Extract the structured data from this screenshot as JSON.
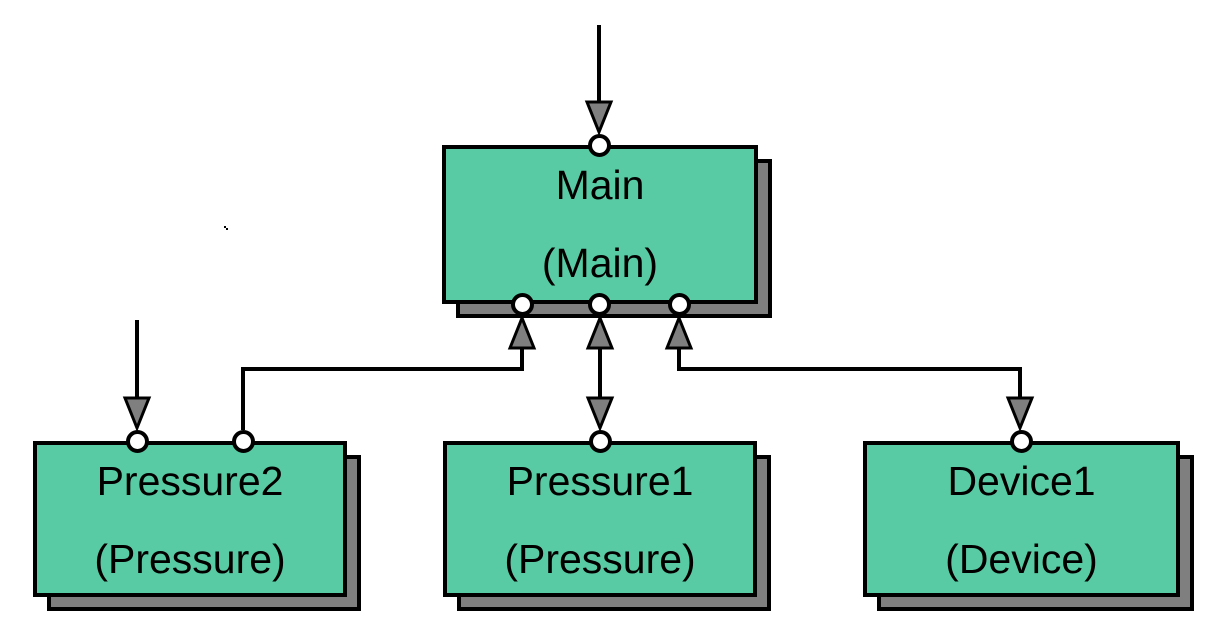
{
  "diagram": {
    "colors": {
      "background": "#ffffff",
      "node_fill": "#59cba4",
      "node_border": "#000000",
      "shadow_fill": "#7f7f7f",
      "shadow_border": "#000000",
      "connector": "#000000",
      "arrowhead_fill": "#7f7f7f",
      "port_fill": "#ffffff",
      "label_color": "#000000"
    },
    "nodes": [
      {
        "id": "main",
        "label": "Main",
        "type_label": "(Main)"
      },
      {
        "id": "pressure2",
        "label": "Pressure2",
        "type_label": "(Pressure)"
      },
      {
        "id": "pressure1",
        "label": "Pressure1",
        "type_label": "(Pressure)"
      },
      {
        "id": "device1",
        "label": "Device1",
        "type_label": "(Device)"
      }
    ],
    "edges": [
      {
        "from": "external",
        "to": "Main",
        "arrowheads": "into-Main"
      },
      {
        "from": "external",
        "to": "Pressure2",
        "arrowheads": "into-Pressure2"
      },
      {
        "from": "Pressure2",
        "to": "Main",
        "arrowheads": "into-Main"
      },
      {
        "from": "Pressure1",
        "to": "Main",
        "arrowheads": "both-ends"
      },
      {
        "from": "Device1",
        "to": "Main",
        "arrowheads": "both-ends"
      }
    ]
  }
}
